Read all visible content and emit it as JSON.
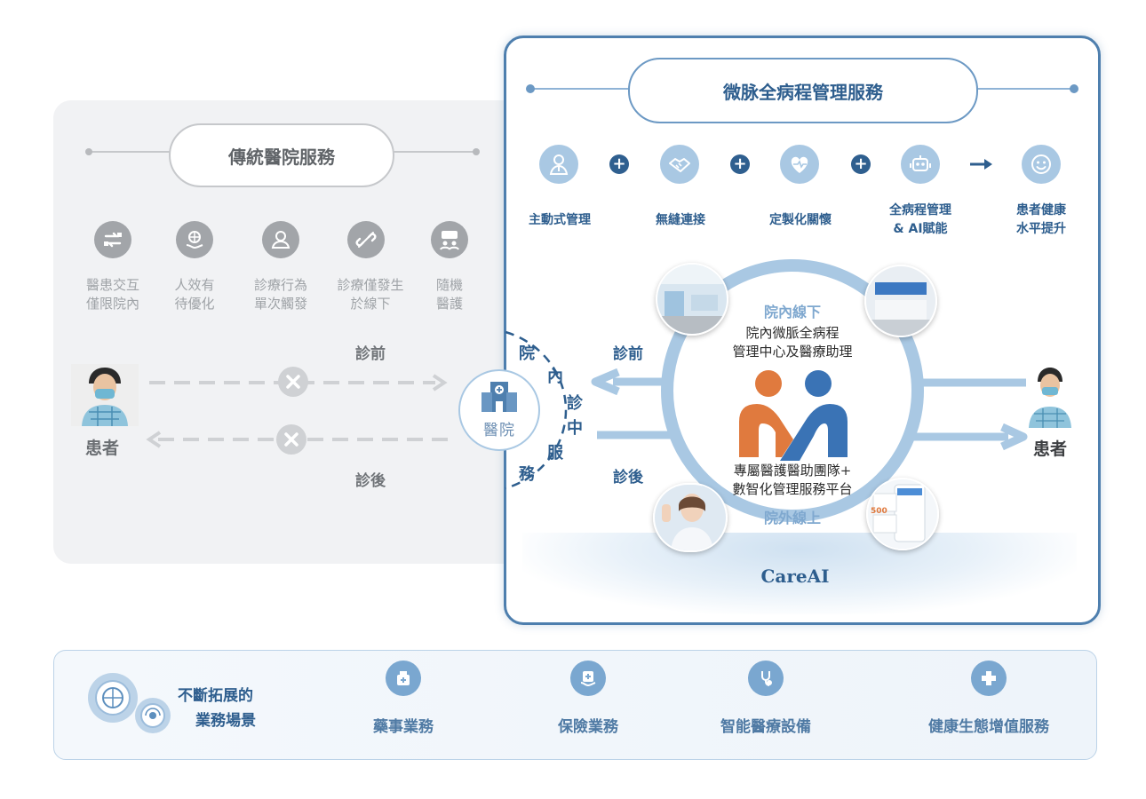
{
  "traditional": {
    "title": "傳統醫院服務",
    "items": [
      {
        "icon": "exchange-icon",
        "line1": "醫患交互",
        "line2": "僅限院內"
      },
      {
        "icon": "globe-hand-icon",
        "line1": "人效有",
        "line2": "待優化"
      },
      {
        "icon": "person-icon",
        "line1": "診療行為",
        "line2": "單次觸發"
      },
      {
        "icon": "link-broken-icon",
        "line1": "診療僅發生",
        "line2": "於線下"
      },
      {
        "icon": "chat-people-icon",
        "line1": "隨機",
        "line2": "醫護"
      }
    ],
    "patient_label": "患者",
    "before_label": "診前",
    "after_label": "診後"
  },
  "hospital": {
    "label": "醫院",
    "service_chars": [
      "院",
      "內",
      "診",
      "中",
      "服",
      "務"
    ]
  },
  "careai": {
    "title": "微脉全病程管理服務",
    "features": [
      {
        "icon": "doctor-icon",
        "label_line1": "主動式管理",
        "label_line2": ""
      },
      {
        "icon": "handshake-icon",
        "label_line1": "無縫連接",
        "label_line2": ""
      },
      {
        "icon": "heart-pulse-icon",
        "label_line1": "定製化關懷",
        "label_line2": ""
      },
      {
        "icon": "robot-icon",
        "label_line1": "全病程管理",
        "label_line2": "& AI賦能"
      },
      {
        "icon": "smile-icon",
        "label_line1": "患者健康",
        "label_line2": "水平提升"
      }
    ],
    "plus_symbol": "+",
    "offline_title": "院內線下",
    "offline_line1": "院內微脈全病程",
    "offline_line2": "管理中心及醫療助理",
    "team_line1": "專屬醫護醫助團隊+",
    "team_line2": "數智化管理服務平台",
    "online_title": "院外線上",
    "before_label": "診前",
    "after_label": "診後",
    "patient_label": "患者",
    "brand": "CareAI",
    "phone_badge": "500"
  },
  "scenarios": {
    "title_line1": "不斷拓展的",
    "title_line2": "業務場景",
    "items": [
      {
        "icon": "pharmacy-icon",
        "label": "藥事業務"
      },
      {
        "icon": "insurance-icon",
        "label": "保險業務"
      },
      {
        "icon": "device-icon",
        "label": "智能醫療設備"
      },
      {
        "icon": "health-service-icon",
        "label": "健康生態增值服務"
      }
    ]
  },
  "colors": {
    "brand_blue": "#2e5e8e",
    "light_blue": "#a9c8e3",
    "grey": "#a2a5a9",
    "logo_orange": "#e07a3e",
    "logo_blue": "#3a73b5"
  }
}
